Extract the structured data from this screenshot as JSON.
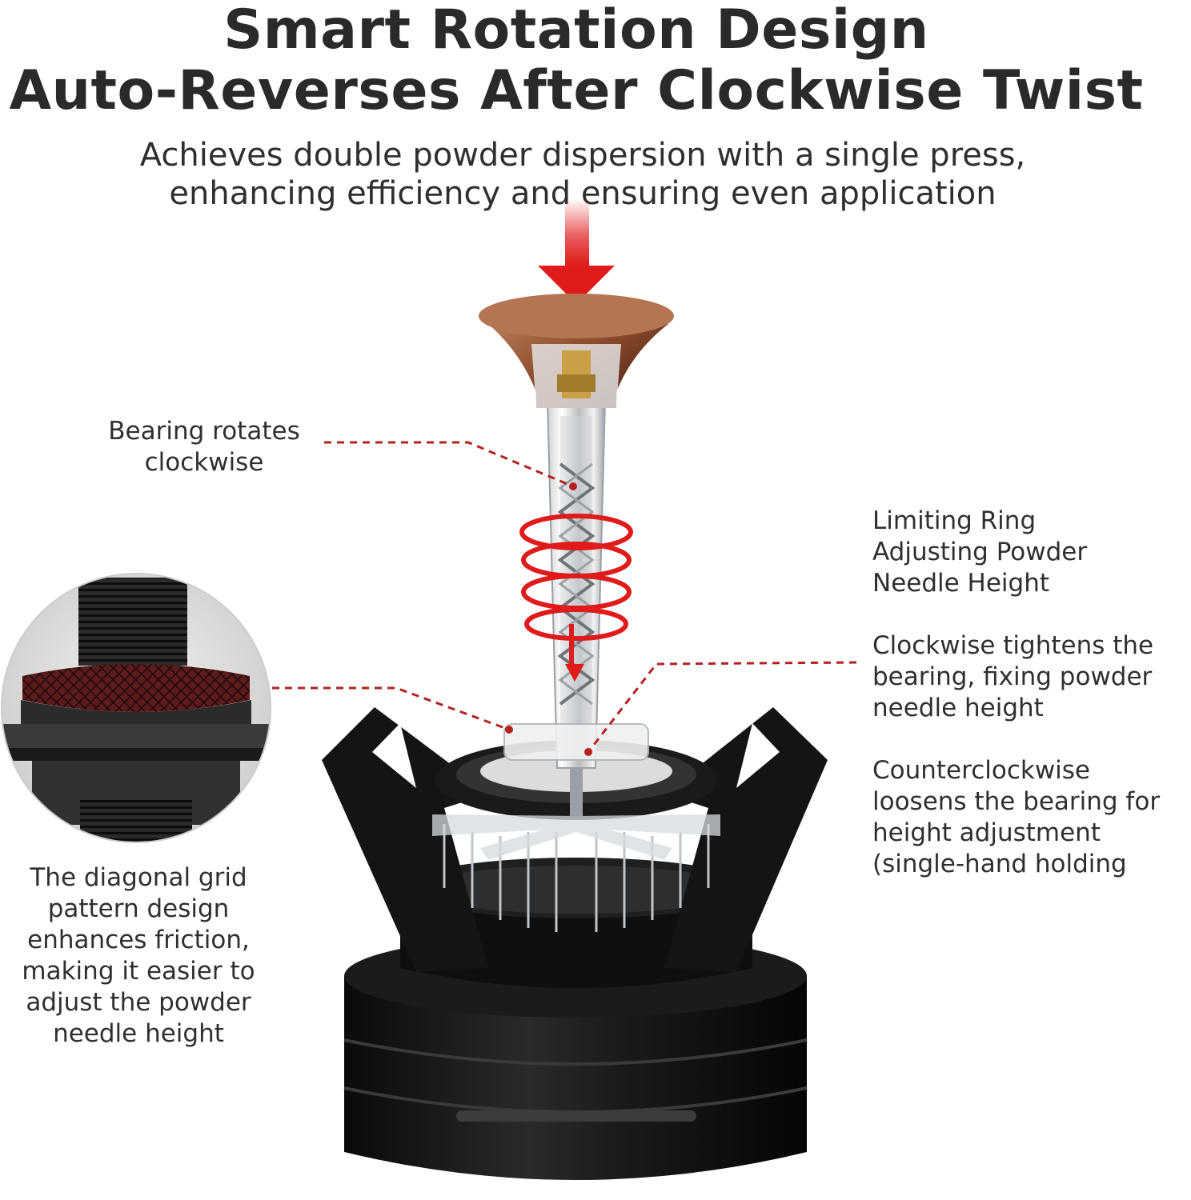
{
  "title": {
    "line1": "Smart Rotation Design",
    "line2": "Auto-Reverses After Clockwise Twist"
  },
  "subtitle": {
    "line1": "Achieves double powder dispersion with a single press,",
    "line2": "enhancing efficiency and ensuring even application"
  },
  "callouts": {
    "bearing": [
      "Bearing rotates",
      "clockwise"
    ],
    "limiting_ring": [
      "Limiting Ring",
      "Adjusting Powder",
      "Needle Height"
    ],
    "clockwise": [
      "Clockwise tightens the",
      "bearing, fixing powder",
      "needle height"
    ],
    "counterclockwise": [
      "Counterclockwise",
      "loosens the bearing for",
      "height adjustment",
      "(single-hand holding"
    ],
    "diagonal_grid": [
      "The diagonal grid",
      "pattern design",
      "enhances friction,",
      "making it easier to",
      "adjust the powder",
      "needle height"
    ]
  },
  "colors": {
    "accent_red": "#e01b1b",
    "leader_line": "#b52121",
    "body_black": "#141414",
    "wood": "#8a4a2c"
  },
  "icons": {
    "press_arrow": "down-arrow-icon",
    "rotation": "spiral-rotation-icon"
  }
}
